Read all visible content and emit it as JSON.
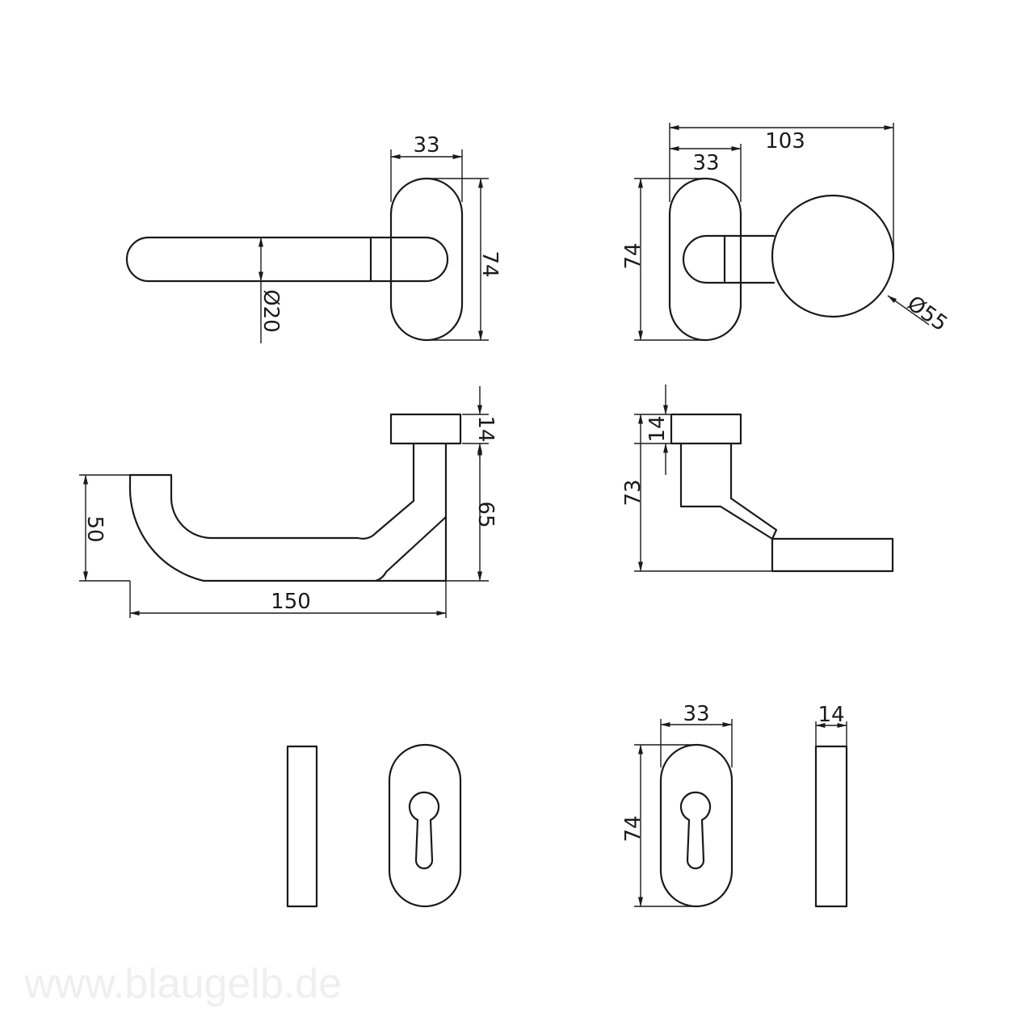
{
  "dimensions": {
    "lever_front_width": "33",
    "lever_front_height": "74",
    "lever_diameter": "Ø20",
    "knob_total_width": "103",
    "knob_rose_width": "33",
    "knob_rose_height": "74",
    "knob_diameter": "Ø55",
    "lever_rose_thickness": "14",
    "lever_height": "65",
    "lever_drop": "50",
    "lever_length": "150",
    "knob_rose_thickness": "14",
    "knob_projection": "73",
    "escutcheon_width": "33",
    "escutcheon_height": "74",
    "escutcheon_thickness": "14"
  },
  "watermark": "www.blaugelb.de"
}
